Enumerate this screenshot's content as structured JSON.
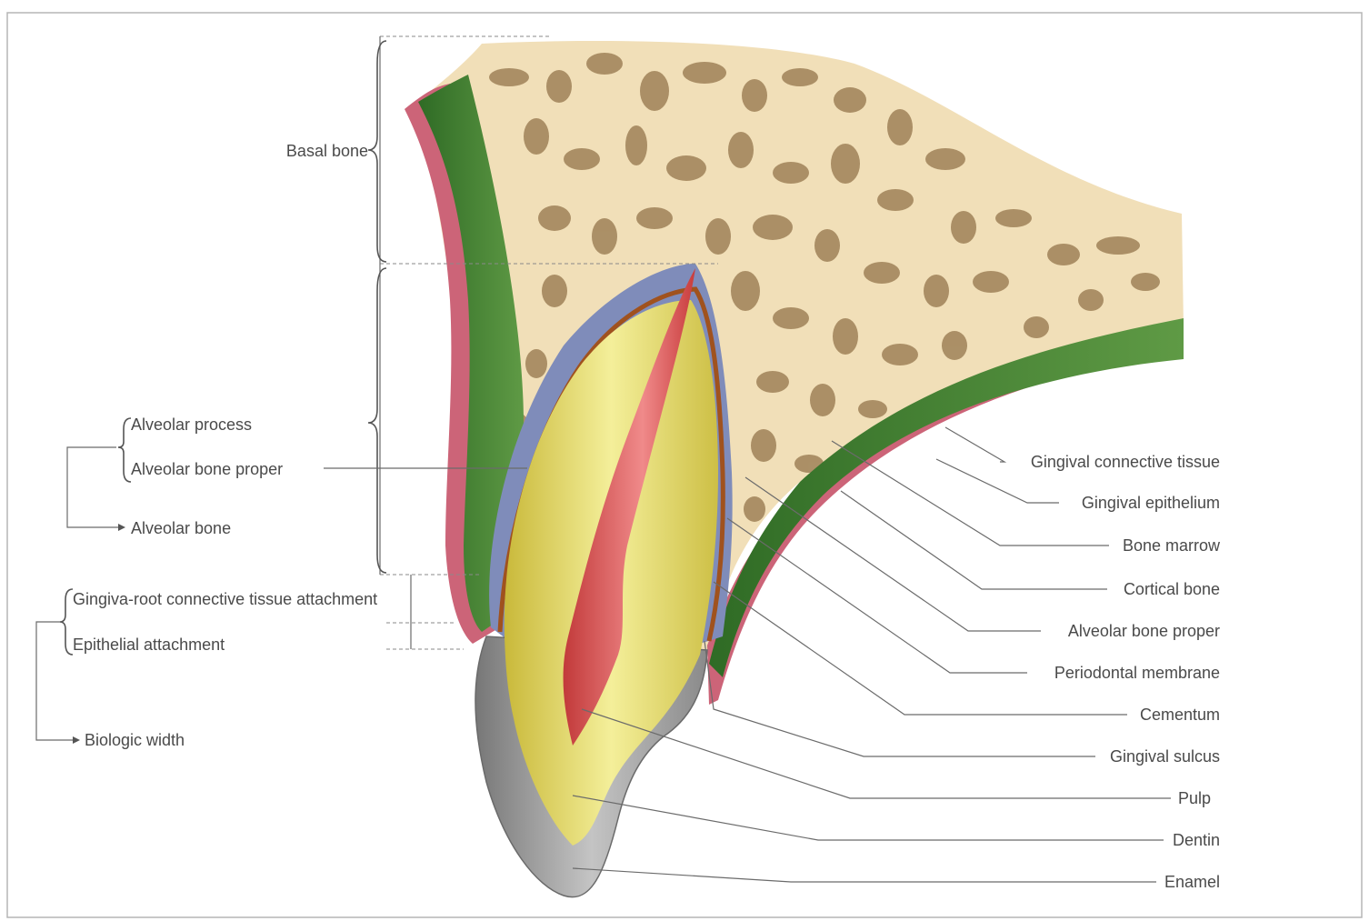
{
  "diagram": {
    "left_labels": {
      "basal_bone": "Basal bone",
      "alveolar_process": "Alveolar process",
      "alveolar_bone_proper": "Alveolar bone proper",
      "alveolar_bone": "Alveolar bone",
      "gingiva_root_attachment": "Gingiva-root connective tissue attachment",
      "epithelial_attachment": "Epithelial attachment",
      "biologic_width": "Biologic width"
    },
    "right_labels": [
      "Gingival connective tissue",
      "Gingival epithelium",
      "Bone marrow",
      "Cortical bone",
      "Alveolar bone proper",
      "Periodontal membrane",
      "Cementum",
      "Gingival sulcus",
      "Pulp",
      "Dentin",
      "Enamel"
    ]
  },
  "colors": {
    "bone": "#f1dfb8",
    "marrow": "#9a7c52",
    "gingival_connective": "#3f7a30",
    "gingival_epithelium": "#cc6478",
    "periodontal_membrane": "#7f8cba",
    "cementum": "#a0521e",
    "dentin": "#e3d95a",
    "pulp": "#d94a4a",
    "enamel": "#9a9a9a"
  }
}
